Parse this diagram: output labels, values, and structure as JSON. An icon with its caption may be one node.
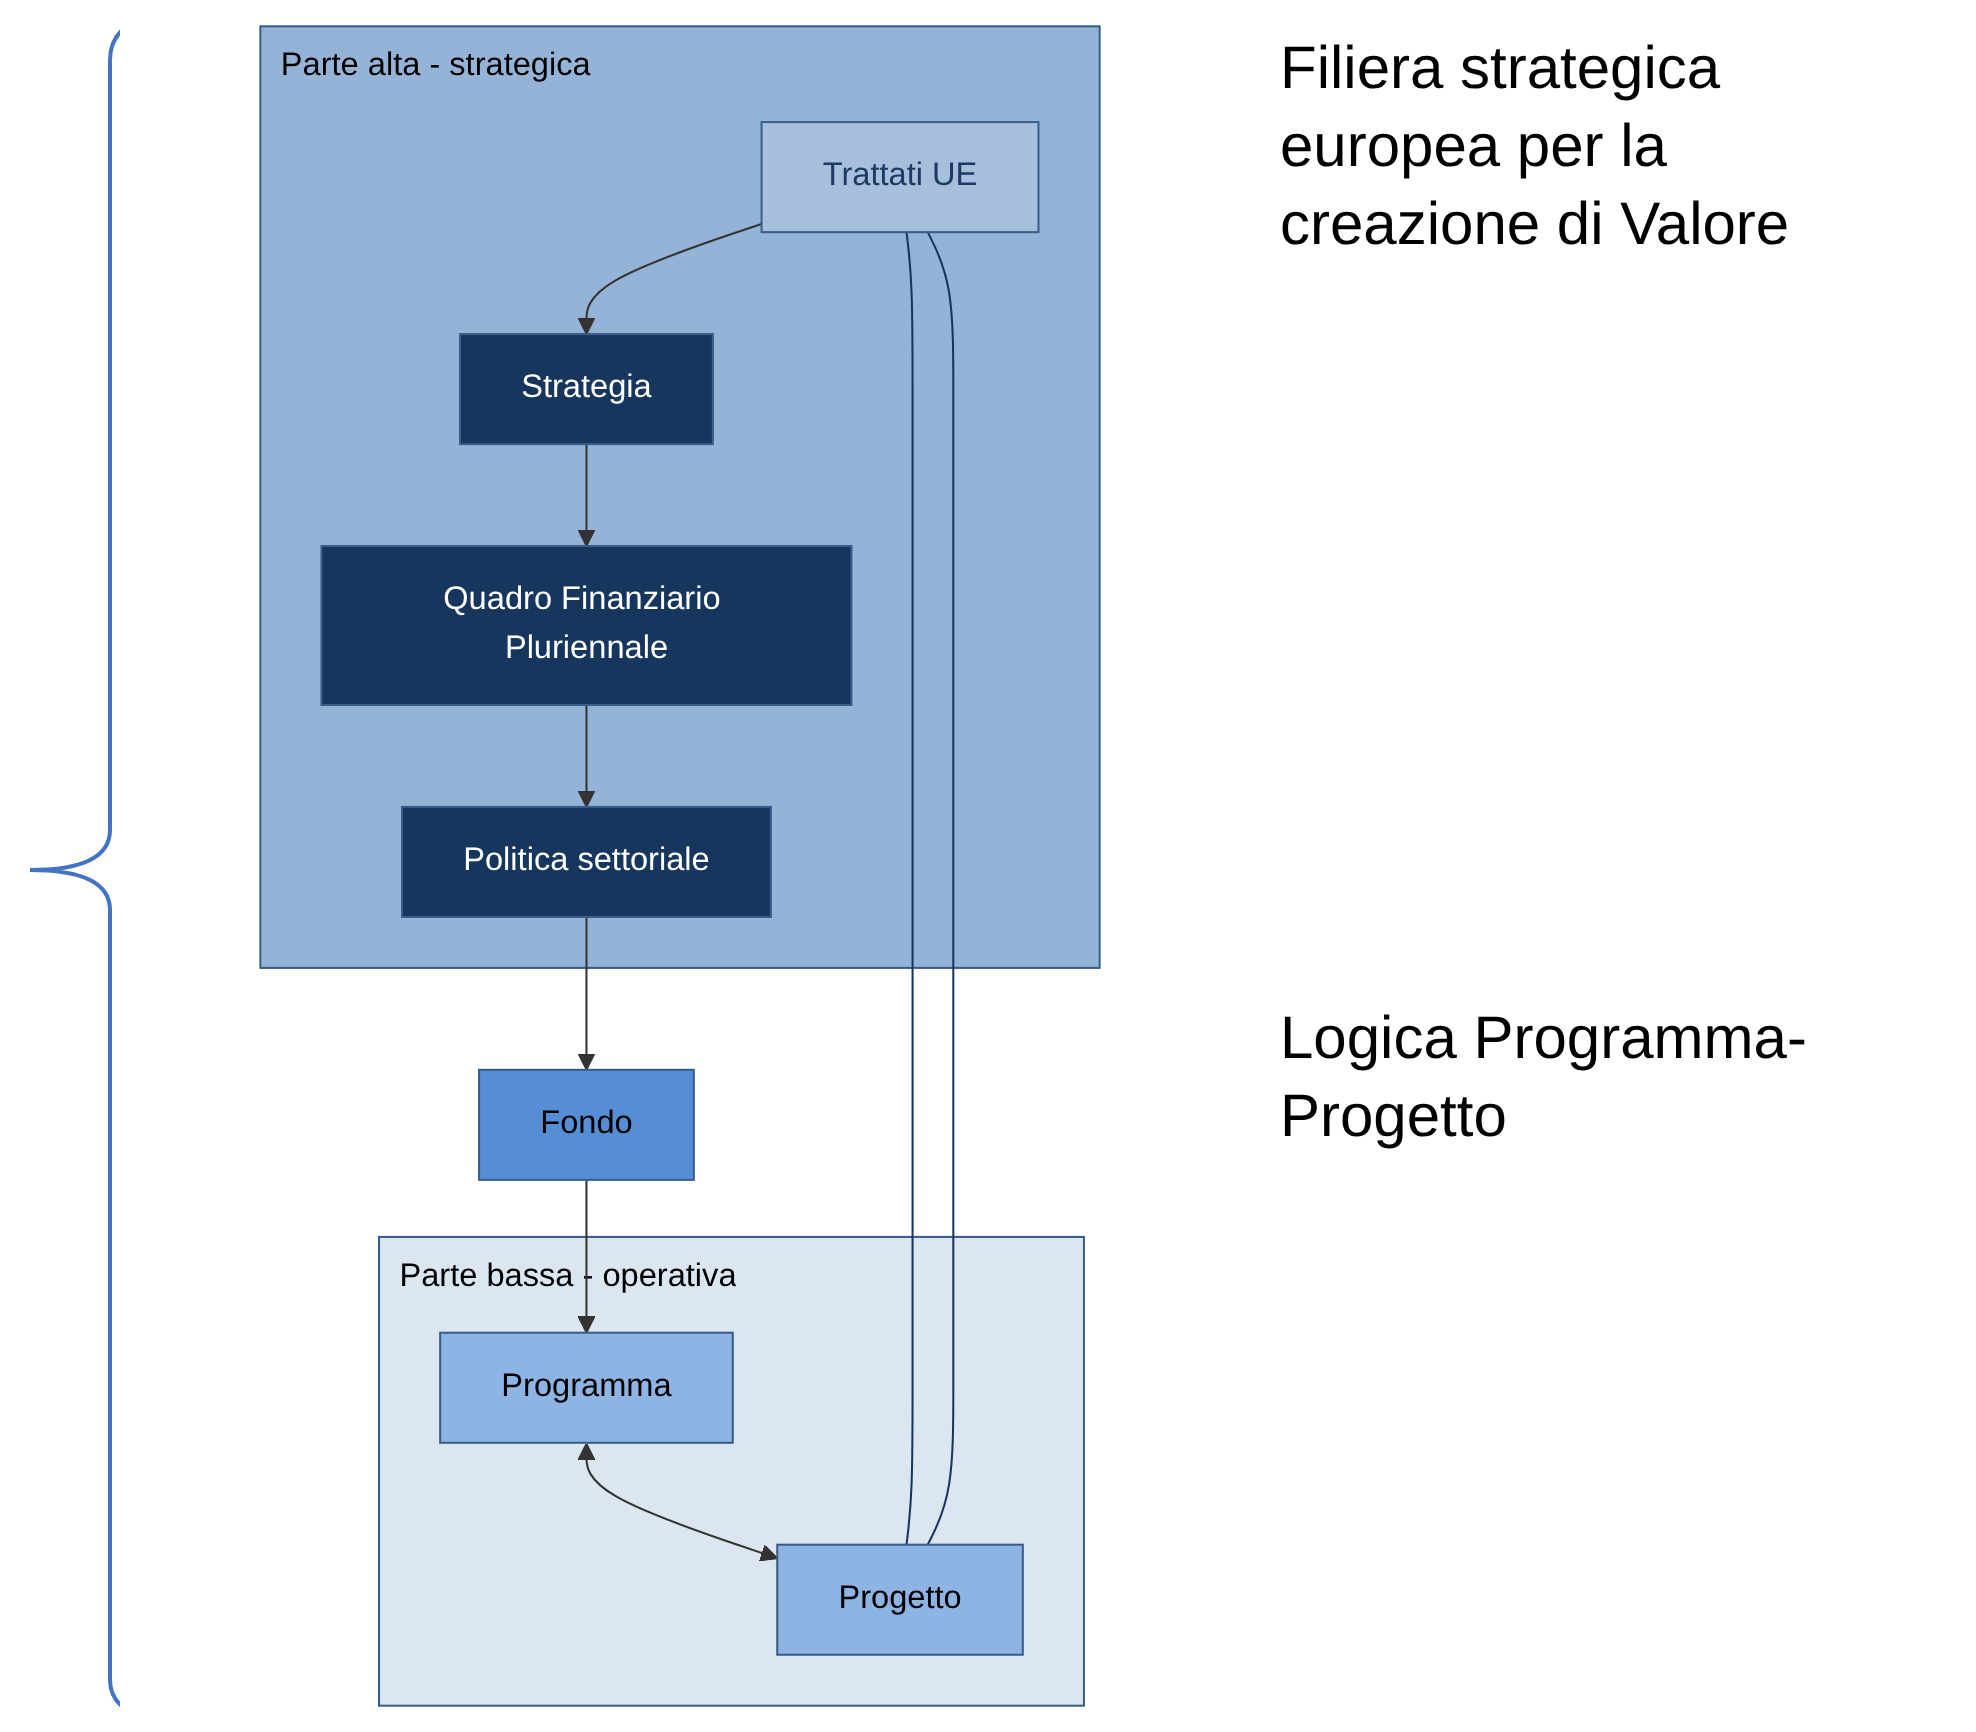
{
  "diagram": {
    "nodes": [
      {
        "text": [
          "Parte alta - strategica"
        ]
      },
      {
        "text": [
          "Trattati UE"
        ],
        "in": 0
      },
      {
        "text": [
          "Strategia"
        ],
        "in": 0
      },
      {
        "text": [
          "Quadro Finanziario Pluriennale"
        ],
        "in": 0
      },
      {
        "text": [
          "Politica settoriale"
        ],
        "in": 0
      },
      {
        "text": [
          "Fondo"
        ]
      },
      {
        "text": [
          "Parte bassa - operativa"
        ]
      },
      {
        "text": [
          "Programma"
        ],
        "in": 6
      },
      {
        "text": [
          "Progetto"
        ],
        "in": 6
      }
    ],
    "edges": [
      {
        "from": 1,
        "to": 2,
        "arrow": "to"
      },
      {
        "from": 2,
        "to": 3,
        "arrow": "to"
      },
      {
        "from": 3,
        "to": 4,
        "arrow": "to"
      },
      {
        "from": 4,
        "to": 5,
        "arrow": "to"
      },
      {
        "from": 5,
        "to": 7,
        "arrow": "to"
      },
      {
        "from": 7,
        "to": 8,
        "arrow": "both"
      },
      {
        "from": 1,
        "to": 8,
        "arrow": "none",
        "color": "#17365d"
      },
      {
        "from": 1,
        "to": 8,
        "arrow": "none",
        "color": "#17365d"
      }
    ],
    "labels": [
      "Filiera strategica europea per la creazione di Valore",
      "Logica Programma-Progetto"
    ]
  }
}
